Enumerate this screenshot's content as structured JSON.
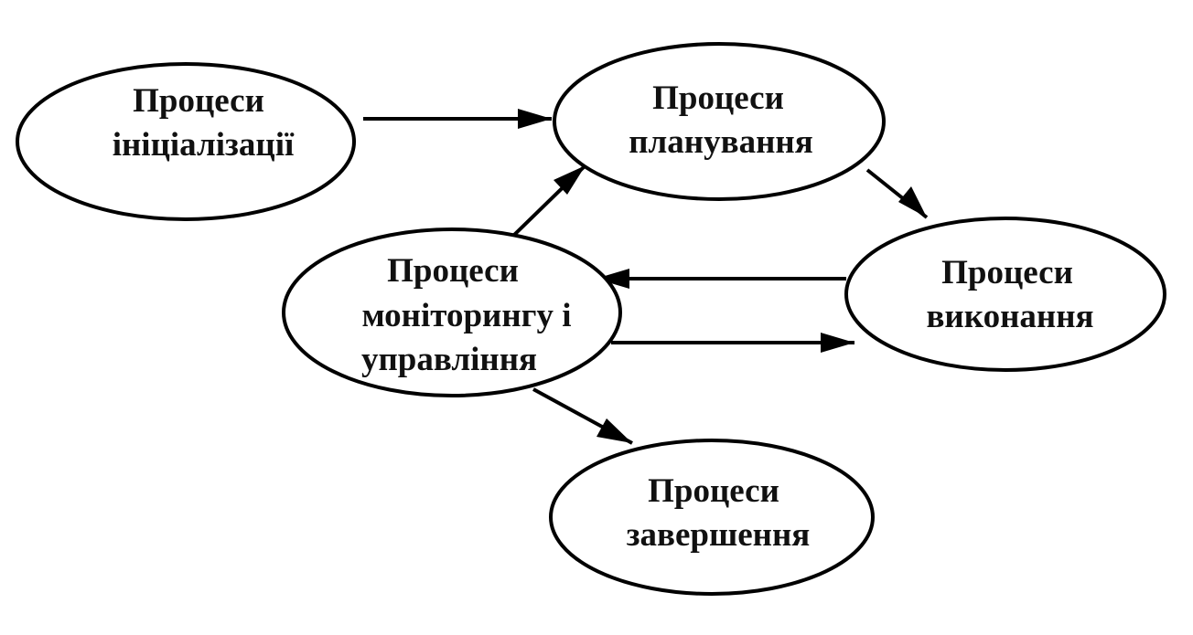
{
  "diagram": {
    "nodes": [
      {
        "id": "initiation",
        "lines": [
          "Процеси",
          "ініціалізації"
        ]
      },
      {
        "id": "planning",
        "lines": [
          "Процеси",
          "планування"
        ]
      },
      {
        "id": "execution",
        "lines": [
          "Процеси",
          "виконання"
        ]
      },
      {
        "id": "monitoring",
        "lines": [
          "Процеси",
          "моніторингу і",
          "управління"
        ]
      },
      {
        "id": "closing",
        "lines": [
          "Процеси",
          "завершення"
        ]
      }
    ],
    "edges": [
      {
        "from": "initiation",
        "to": "planning"
      },
      {
        "from": "planning",
        "to": "execution"
      },
      {
        "from": "execution",
        "to": "monitoring"
      },
      {
        "from": "monitoring",
        "to": "execution"
      },
      {
        "from": "monitoring",
        "to": "planning"
      },
      {
        "from": "monitoring",
        "to": "closing"
      }
    ],
    "colors": {
      "stroke": "#000000",
      "background": "#ffffff",
      "text": "#111111"
    }
  }
}
